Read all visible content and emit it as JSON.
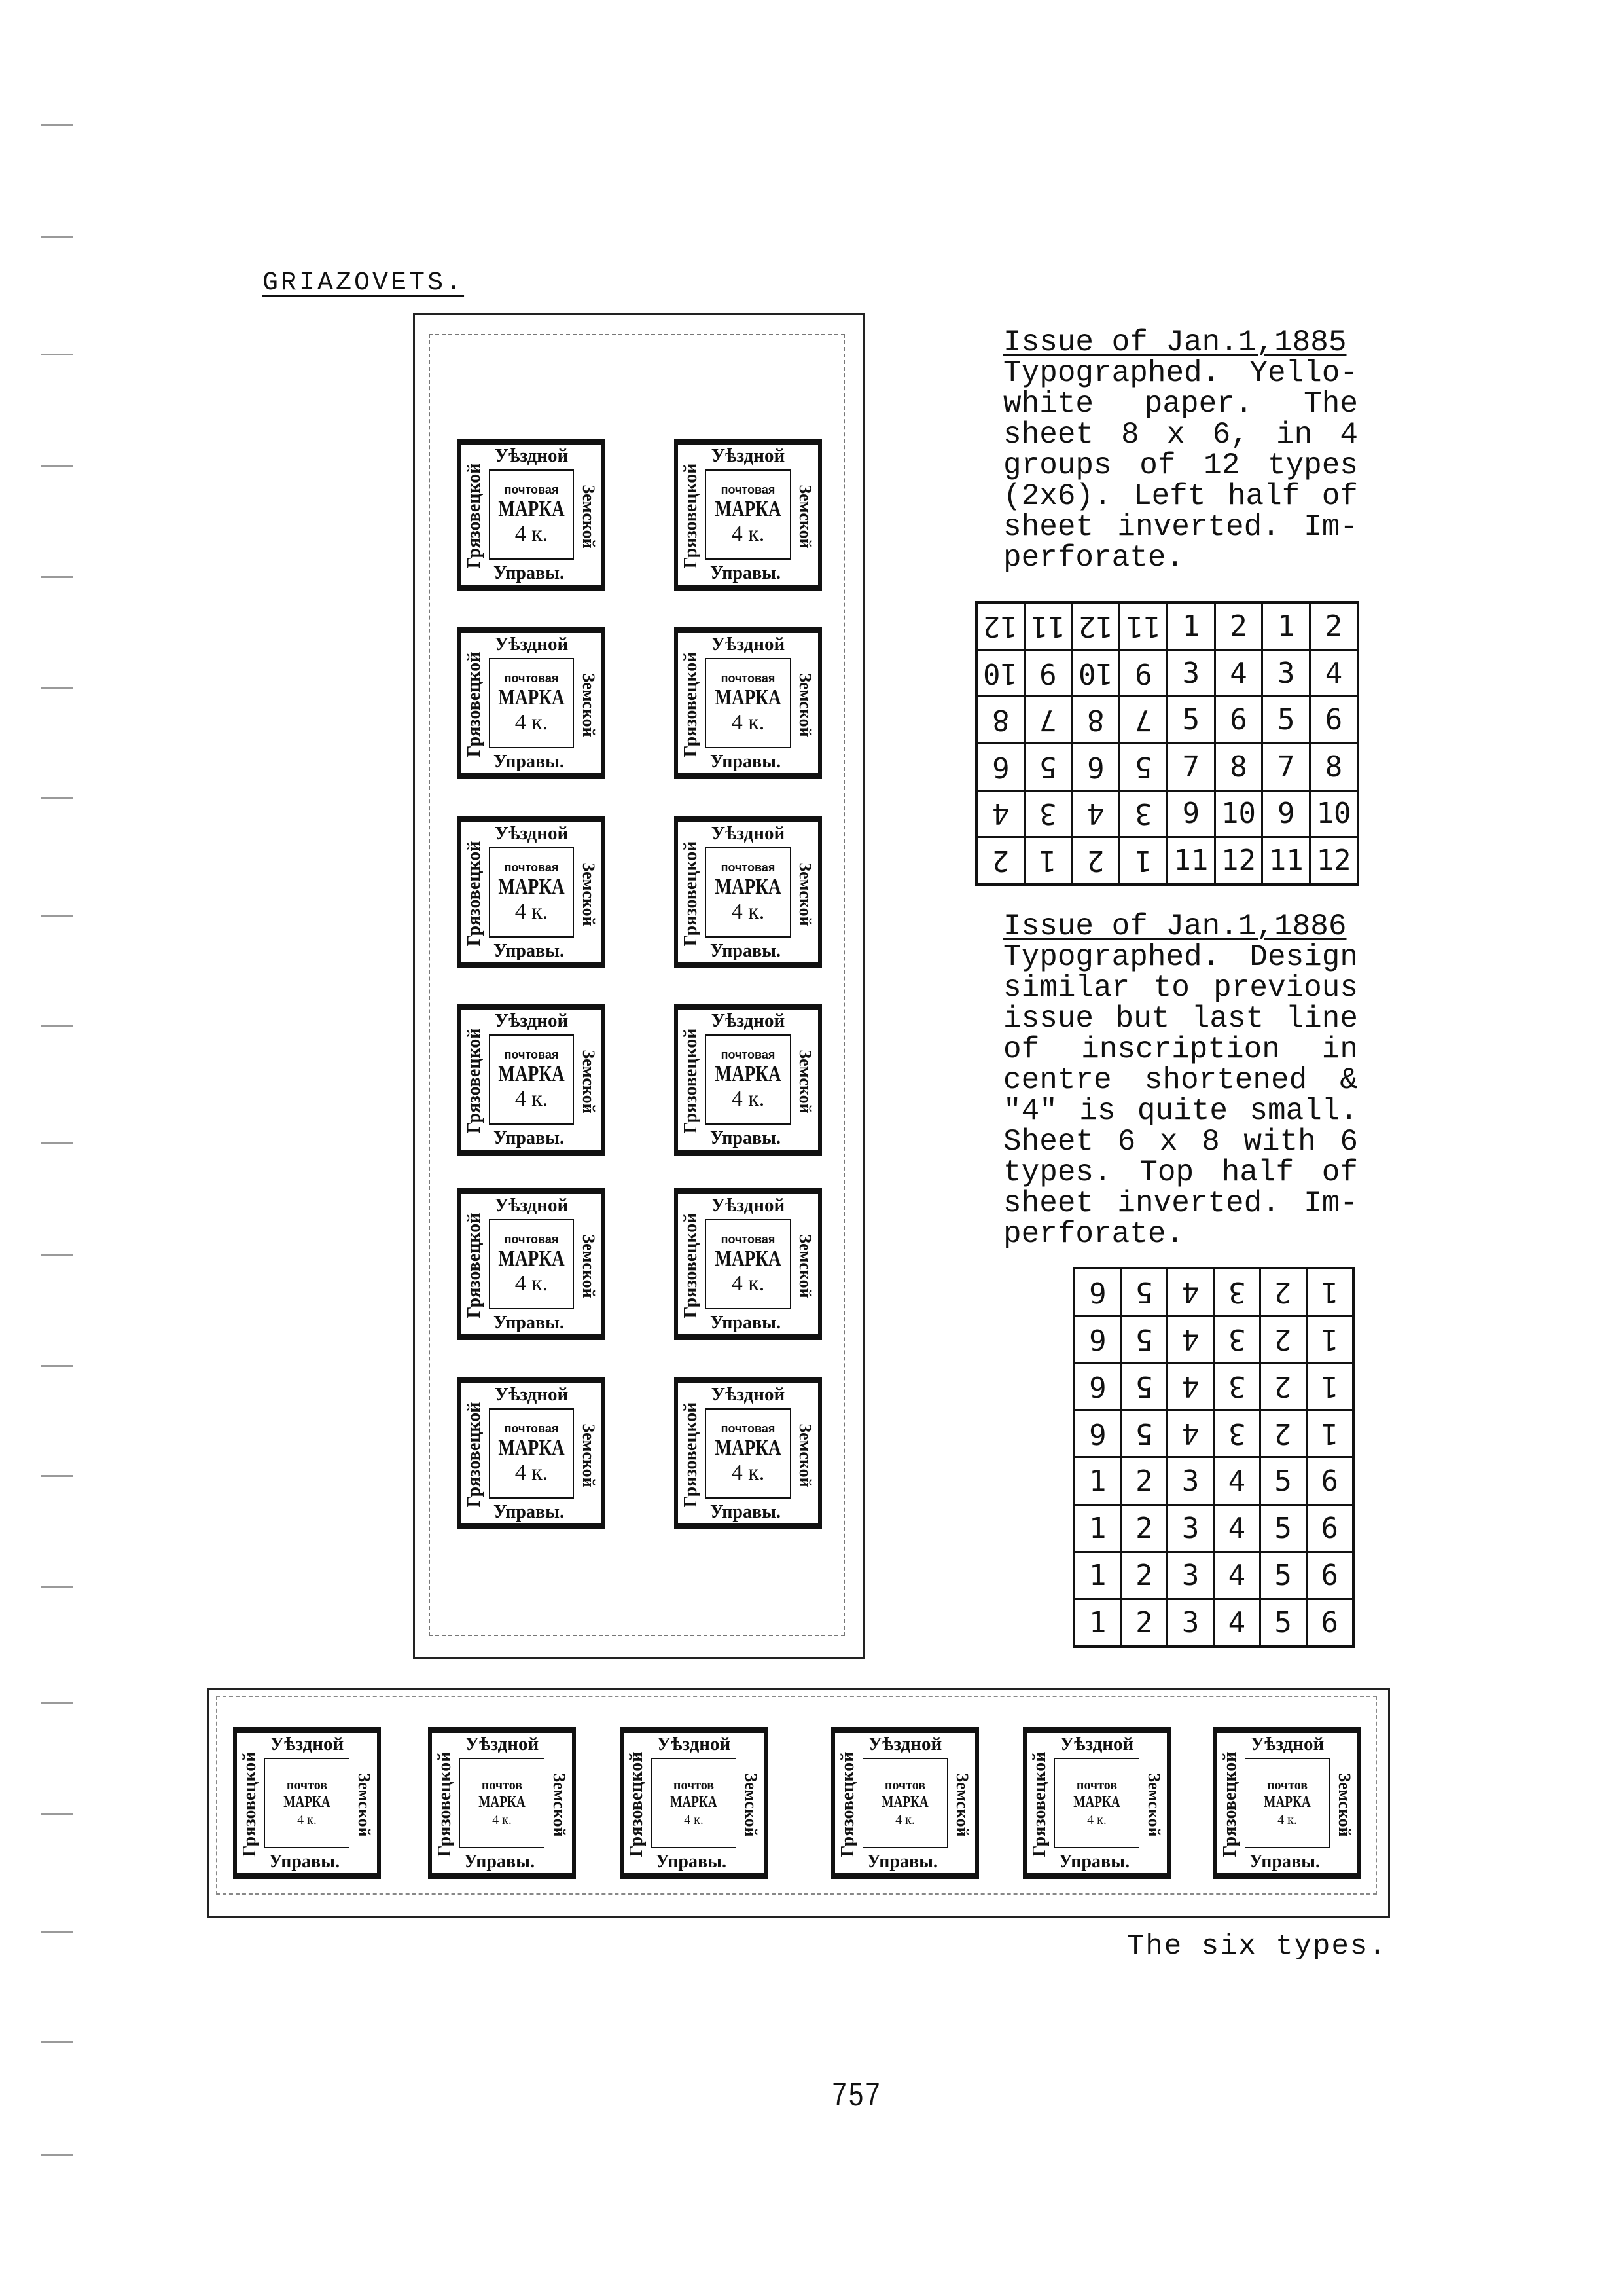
{
  "title": "GRIAZOVETS.",
  "stamp_text": {
    "top": "Уѣздной",
    "left": "Грязовецкой",
    "right": "Земской",
    "bottom": "Управы.",
    "inner_1885": [
      "почтовая",
      "МАРКА",
      "4 к."
    ],
    "inner_1886": [
      "почтов",
      "МАРКА",
      "4 к."
    ]
  },
  "issue_1885": {
    "heading": "Issue of Jan.1,1885",
    "lines": [
      "Typographed. Yello-",
      "white paper.  The",
      "sheet  8 x 6, in  4",
      "groups  of 12 types",
      "(2x6). Left half of",
      "sheet inverted. Im-",
      "perforate."
    ],
    "table": [
      [
        "12",
        "11",
        "12",
        "11",
        "1",
        "2",
        "1",
        "2"
      ],
      [
        "10",
        "9",
        "10",
        "9",
        "3",
        "4",
        "3",
        "4"
      ],
      [
        "8",
        "7",
        "8",
        "7",
        "5",
        "6",
        "5",
        "6"
      ],
      [
        "6",
        "5",
        "6",
        "5",
        "7",
        "8",
        "7",
        "8"
      ],
      [
        "4",
        "3",
        "4",
        "3",
        "9",
        "10",
        "9",
        "10"
      ],
      [
        "2",
        "1",
        "2",
        "1",
        "11",
        "12",
        "11",
        "12"
      ]
    ],
    "inverted_columns": 4
  },
  "issue_1886": {
    "heading": "Issue of Jan.1,1886",
    "lines": [
      "Typographed. Design",
      "similar to previous",
      "issue but last line",
      "of  inscription  in",
      "centre  shortened &",
      "\"4\" is quite small.",
      "Sheet 6 x 8 with  6",
      "types.  Top half of",
      "sheet inverted. Im-",
      "perforate."
    ],
    "table": [
      [
        "6",
        "5",
        "4",
        "3",
        "2",
        "1"
      ],
      [
        "6",
        "5",
        "4",
        "3",
        "2",
        "1"
      ],
      [
        "6",
        "5",
        "4",
        "3",
        "2",
        "1"
      ],
      [
        "6",
        "5",
        "4",
        "3",
        "2",
        "1"
      ],
      [
        "1",
        "2",
        "3",
        "4",
        "5",
        "6"
      ],
      [
        "1",
        "2",
        "3",
        "4",
        "5",
        "6"
      ],
      [
        "1",
        "2",
        "3",
        "4",
        "5",
        "6"
      ],
      [
        "1",
        "2",
        "3",
        "4",
        "5",
        "6"
      ]
    ],
    "inverted_rows": 4
  },
  "caption": "The six types.",
  "page_number": "757"
}
